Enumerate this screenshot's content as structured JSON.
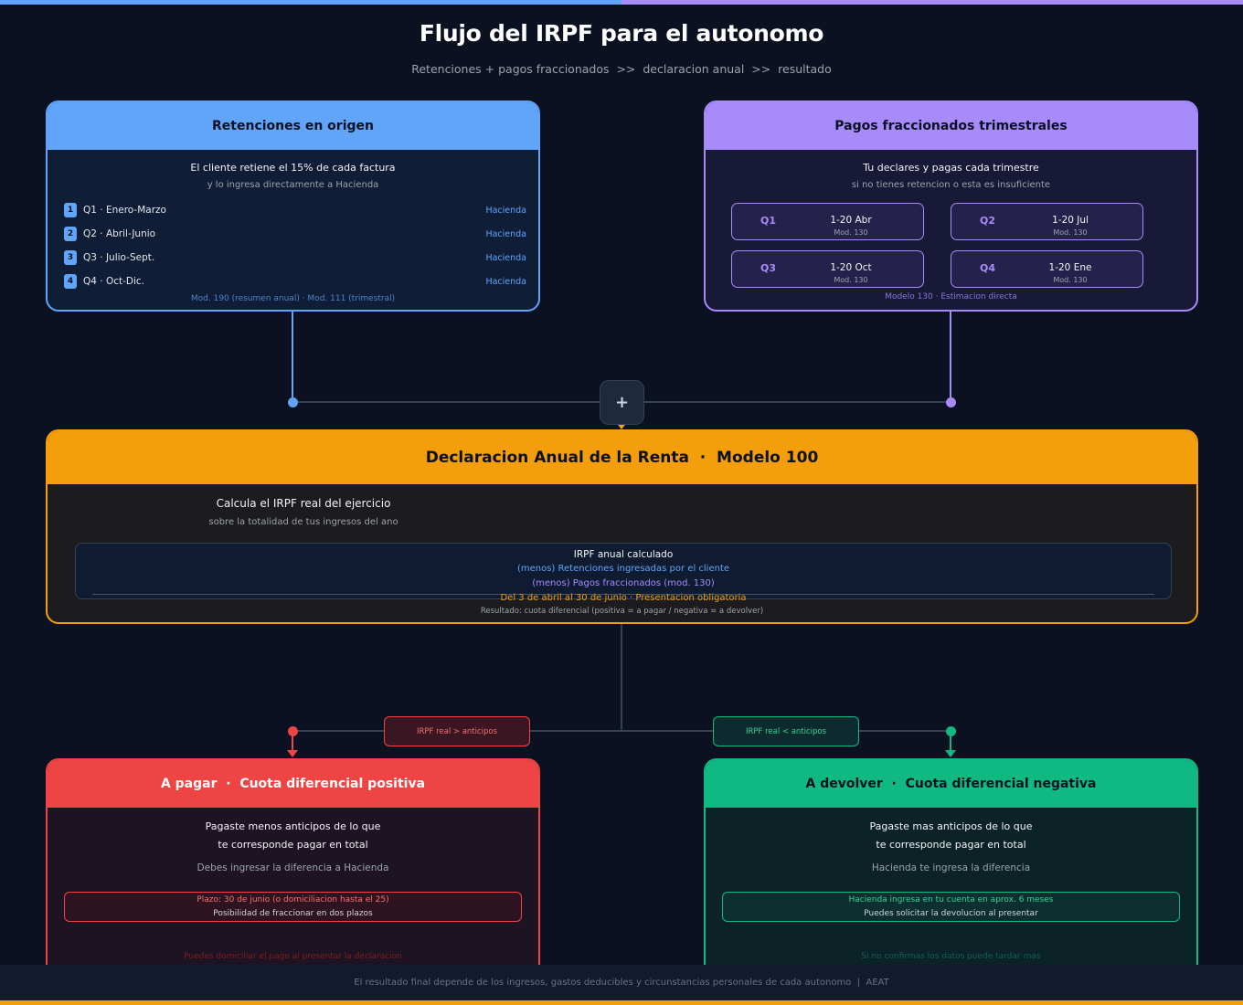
{
  "header": {
    "title": "Flujo del IRPF para el autonomo",
    "subtitle": "Retenciones + pagos fraccionados  >>  declaracion anual  >>  resultado"
  },
  "retenciones": {
    "title": "Retenciones en origen",
    "lead": "El cliente retiene el 15% de cada factura",
    "sub": "y lo ingresa directamente a Hacienda",
    "quarters": [
      {
        "num": "1",
        "label": "Q1 · Enero-Marzo",
        "dest": "Hacienda"
      },
      {
        "num": "2",
        "label": "Q2 · Abril-Junio",
        "dest": "Hacienda"
      },
      {
        "num": "3",
        "label": "Q3 · Julio-Sept.",
        "dest": "Hacienda"
      },
      {
        "num": "4",
        "label": "Q4 · Oct-Dic.",
        "dest": "Hacienda"
      }
    ],
    "note": "Mod. 190 (resumen anual) · Mod. 111 (trimestral)"
  },
  "pagos": {
    "title": "Pagos fraccionados trimestrales",
    "lead": "Tu declares y pagas cada trimestre",
    "sub": "si no tienes retencion o esta es insuficiente",
    "quarters": [
      {
        "q": "Q1",
        "date": "1-20 Abr",
        "model": "Mod. 130"
      },
      {
        "q": "Q2",
        "date": "1-20 Jul",
        "model": "Mod. 130"
      },
      {
        "q": "Q3",
        "date": "1-20 Oct",
        "model": "Mod. 130"
      },
      {
        "q": "Q4",
        "date": "1-20 Ene",
        "model": "Mod. 130"
      }
    ],
    "note": "Modelo 130 · Estimacion directa"
  },
  "connector": {
    "symbol": "+"
  },
  "declaracion": {
    "title": "Declaracion Anual de la Renta  ·  Modelo 100",
    "lead": "Calcula el IRPF real del ejercicio",
    "sub": "sobre la totalidad de tus ingresos del ano",
    "calc": {
      "line1": "IRPF anual calculado",
      "line2": "(menos)  Retenciones ingresadas por el cliente",
      "line3": "(menos)  Pagos fraccionados (mod. 130)",
      "deadline": "Del 3 de abril al 30 de junio · Presentacion obligatoria"
    },
    "result": "Resultado: cuota diferencial (positiva = a pagar  /  negativa = a devolver)"
  },
  "branches": {
    "pay_condition": "IRPF real > anticipos",
    "refund_condition": "IRPF real < anticipos"
  },
  "pagar": {
    "title": "A pagar  ·  Cuota diferencial positiva",
    "lead1": "Pagaste menos anticipos de lo que",
    "lead2": "te corresponde pagar en total",
    "sub": "Debes ingresar la diferencia a Hacienda",
    "box1": "Plazo: 30 de junio (o domiciliacion hasta el 25)",
    "box2": "Posibilidad de fraccionar en dos plazos",
    "foot": "Puedes domiciliar el pago al presentar la declaracion"
  },
  "devolver": {
    "title": "A devolver  ·  Cuota diferencial negativa",
    "lead1": "Pagaste mas anticipos de lo que",
    "lead2": "te corresponde pagar en total",
    "sub": "Hacienda te ingresa la diferencia",
    "box1": "Hacienda ingresa en tu cuenta en aprox. 6 meses",
    "box2": "Puedes solicitar la devolucion al presentar",
    "foot": "Si no confirmas los datos puede tardar mas"
  },
  "footer": {
    "text": "El resultado final depende de los ingresos, gastos deducibles y circunstancias personales de cada autonomo  |  AEAT"
  },
  "colors": {
    "blue": "#60a5fa",
    "purple": "#a78bfa",
    "amber": "#f59e0b",
    "red": "#ef4444",
    "green": "#10b981"
  }
}
